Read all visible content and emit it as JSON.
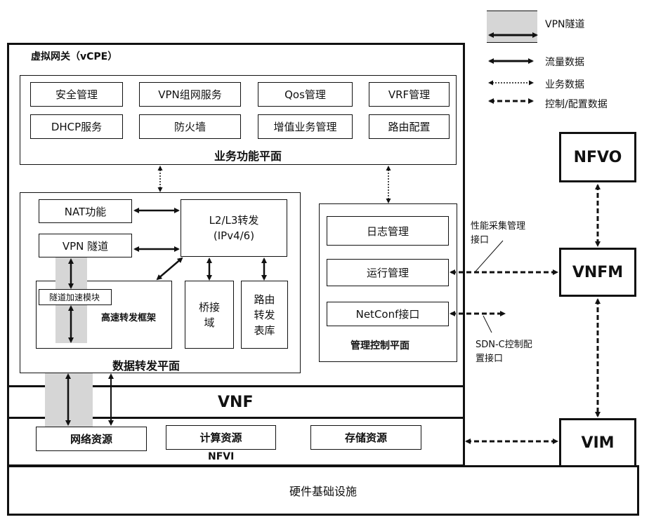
{
  "legend": {
    "vpn_tunnel": "VPN隧道",
    "traffic_data": "流量数据",
    "service_data": "业务数据",
    "control_config_data": "控制/配置数据"
  },
  "vcpe": {
    "title": "虚拟网关（vCPE）",
    "service_plane": {
      "title": "业务功能平面",
      "items": [
        "安全管理",
        "VPN组网服务",
        "Qos管理",
        "VRF管理",
        "DHCP服务",
        "防火墙",
        "增值业务管理",
        "路由配置"
      ]
    },
    "data_plane": {
      "title": "数据转发平面",
      "nat": "NAT功能",
      "vpn_tunnel": "VPN 隧道",
      "l2l3_line1": "L2/L3转发",
      "l2l3_line2": "(IPv4/6)",
      "tunnel_accel": "隧道加速模块",
      "fast_framework": "高速转发框架",
      "bridge_line1": "桥接",
      "bridge_line2": "域",
      "route_table_line1": "路由",
      "route_table_line2": "转发",
      "route_table_line3": "表库"
    },
    "mgmt_plane": {
      "title": "管理控制平面",
      "items": [
        "日志管理",
        "运行管理",
        "NetConf接口"
      ]
    }
  },
  "vnf": {
    "label": "VNF"
  },
  "nfvi": {
    "label": "NFVI",
    "resources": [
      "网络资源",
      "计算资源",
      "存储资源"
    ]
  },
  "hardware": {
    "label": "硬件基础设施"
  },
  "mano": {
    "nfvo": "NFVO",
    "vnfm": "VNFM",
    "vim": "VIM"
  },
  "annotations": {
    "perf_line1": "性能采集管理",
    "perf_line2": "接口",
    "sdnc_line1": "SDN-C控制配",
    "sdnc_line2": "置接口"
  }
}
